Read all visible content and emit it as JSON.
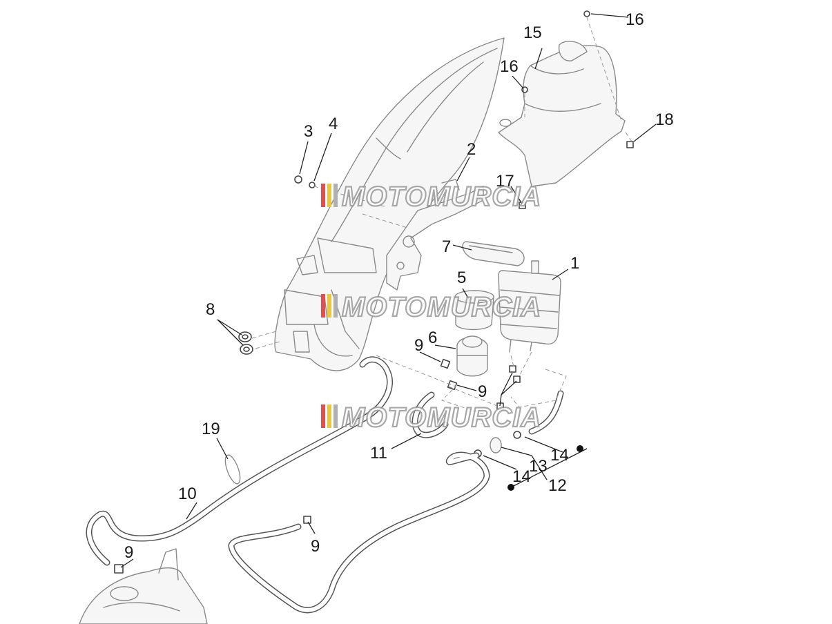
{
  "callouts": [
    "1",
    "2",
    "3",
    "4",
    "5",
    "6",
    "7",
    "8",
    "9",
    "9",
    "9",
    "9",
    "10",
    "11",
    "12",
    "13",
    "14",
    "14",
    "15",
    "16",
    "16",
    "17",
    "18",
    "19"
  ],
  "watermark": {
    "text": "MOTOMURCIA",
    "stripe_colors": [
      "#e05050",
      "#e8c840",
      "#b0b0b0"
    ]
  }
}
